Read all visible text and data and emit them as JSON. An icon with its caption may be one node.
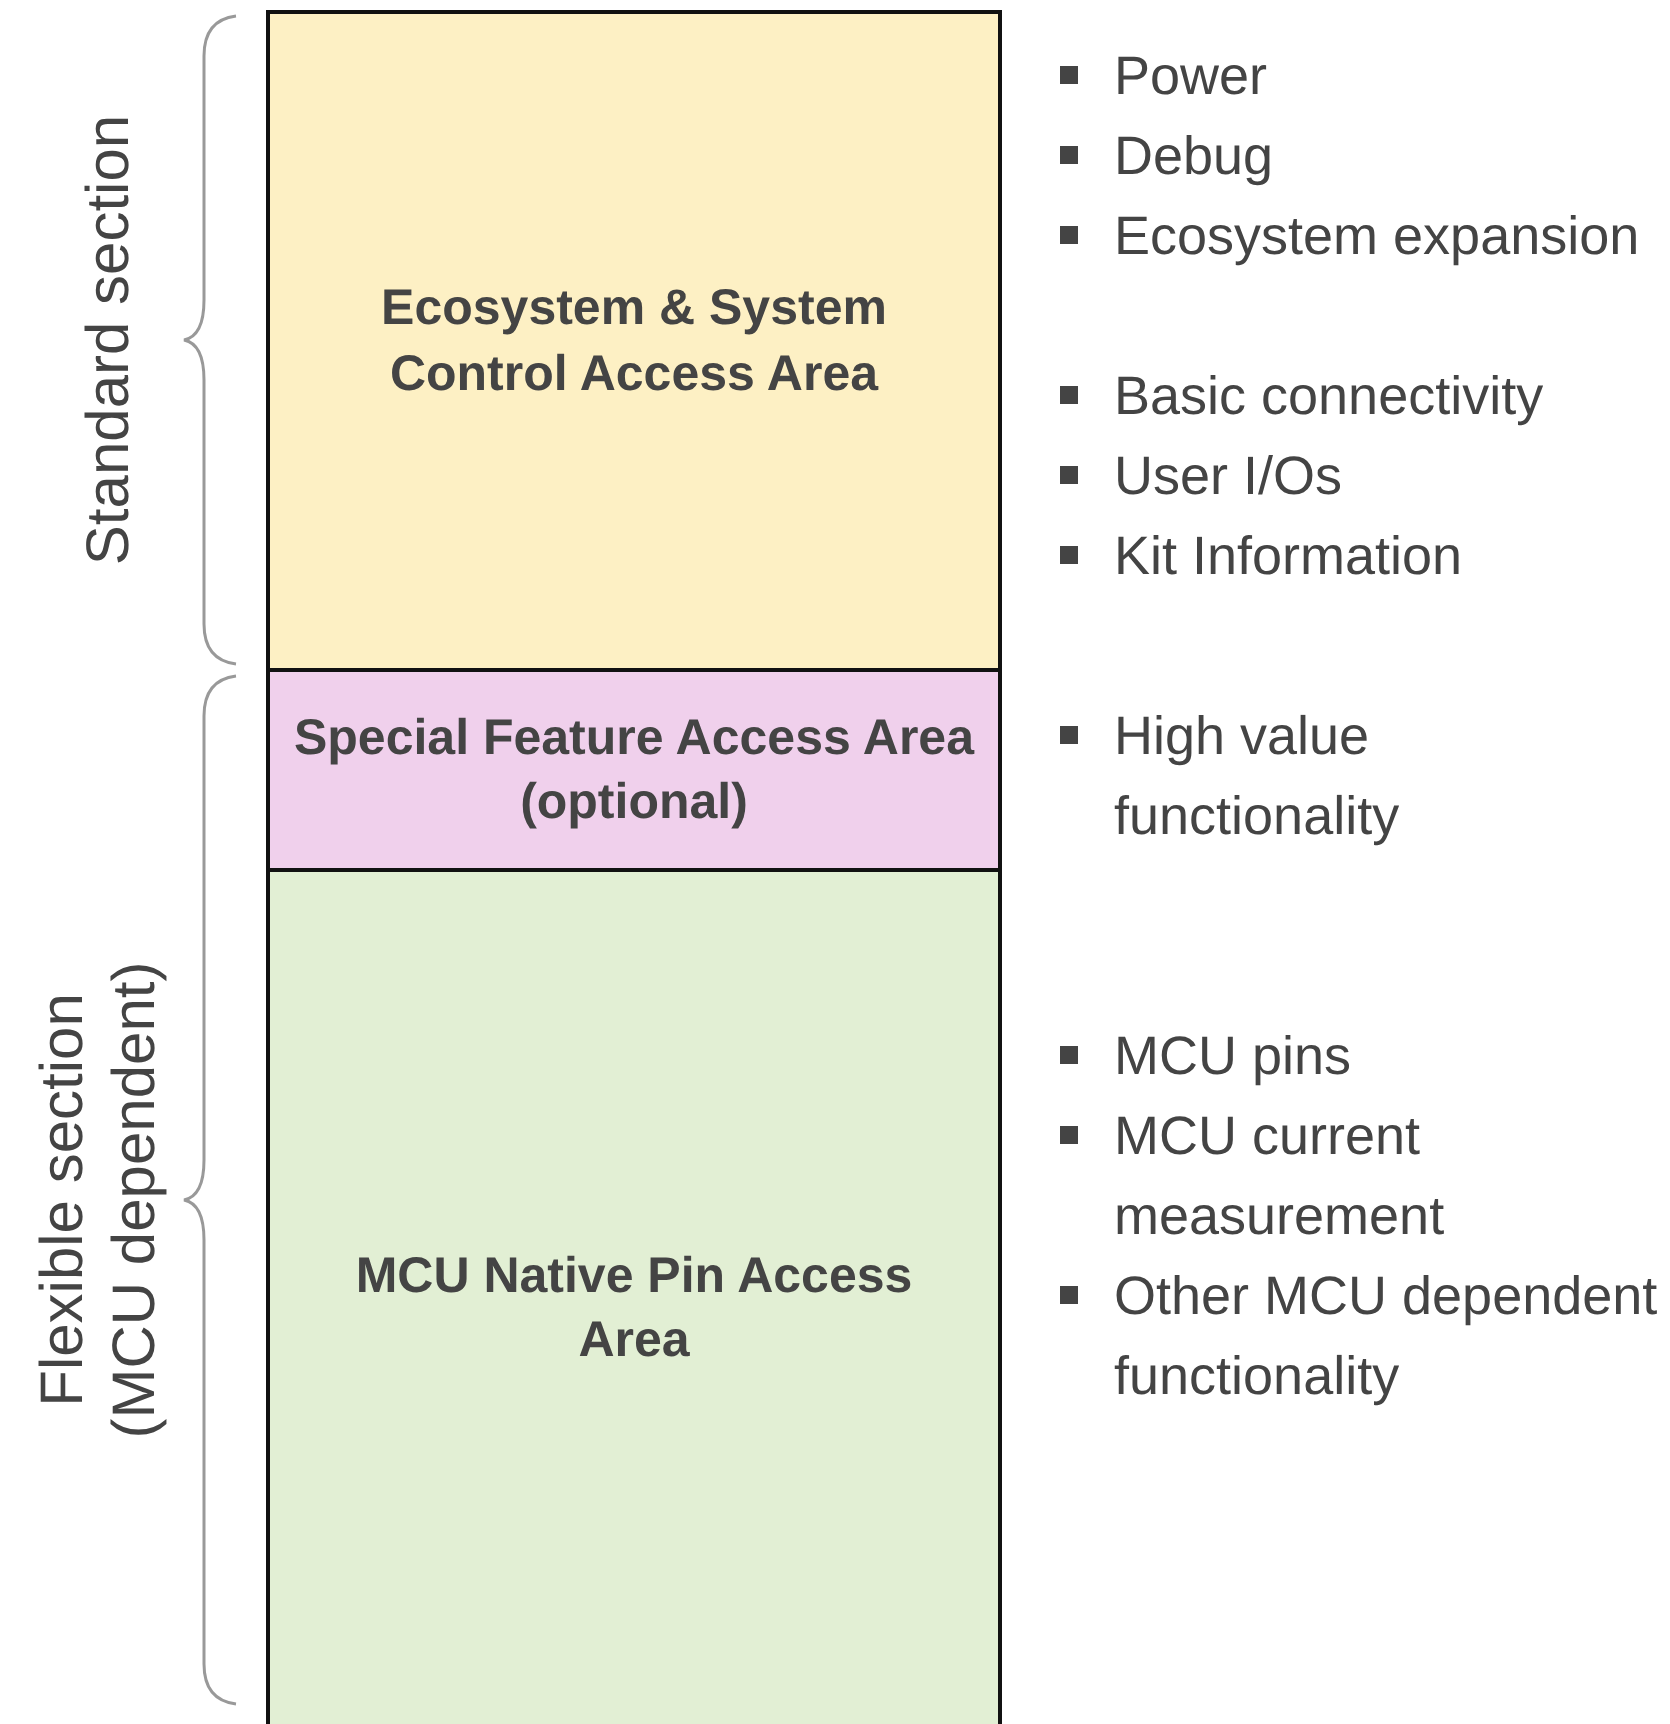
{
  "diagram": {
    "nodes": [
      {
        "text": [
          "Ecosystem & System Control Access Area"
        ]
      },
      {
        "text": [
          "Special Feature Access Area (optional)"
        ]
      },
      {
        "text": [
          "MCU Native Pin Access Area"
        ]
      }
    ],
    "edges": [],
    "labels": [
      "Standard section",
      "Flexible section (MCU dependent)",
      "Power",
      "Debug",
      "Ecosystem expansion",
      "Basic connectivity",
      "User I/Os",
      "Kit Information",
      "High value functionality",
      "MCU pins",
      "MCU current measurement",
      "Other MCU dependent functionality"
    ]
  }
}
